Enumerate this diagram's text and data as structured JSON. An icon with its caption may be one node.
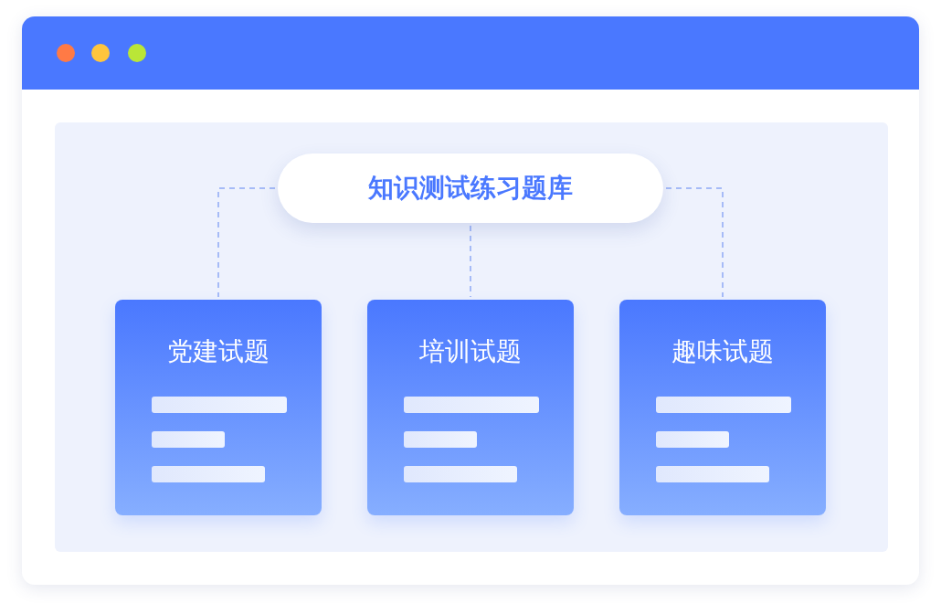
{
  "diagram": {
    "nodes": [
      {
        "text": [
          "知识测试练习题库"
        ]
      },
      {
        "text": [
          "党建试题"
        ]
      },
      {
        "text": [
          "培训试题"
        ]
      },
      {
        "text": [
          "趣味试题"
        ]
      }
    ],
    "edges": [
      {
        "from": 0,
        "to": 1,
        "arrow": "none",
        "style": "dashed"
      },
      {
        "from": 0,
        "to": 2,
        "arrow": "none",
        "style": "dashed"
      },
      {
        "from": 0,
        "to": 3,
        "arrow": "none",
        "style": "dashed"
      }
    ]
  }
}
